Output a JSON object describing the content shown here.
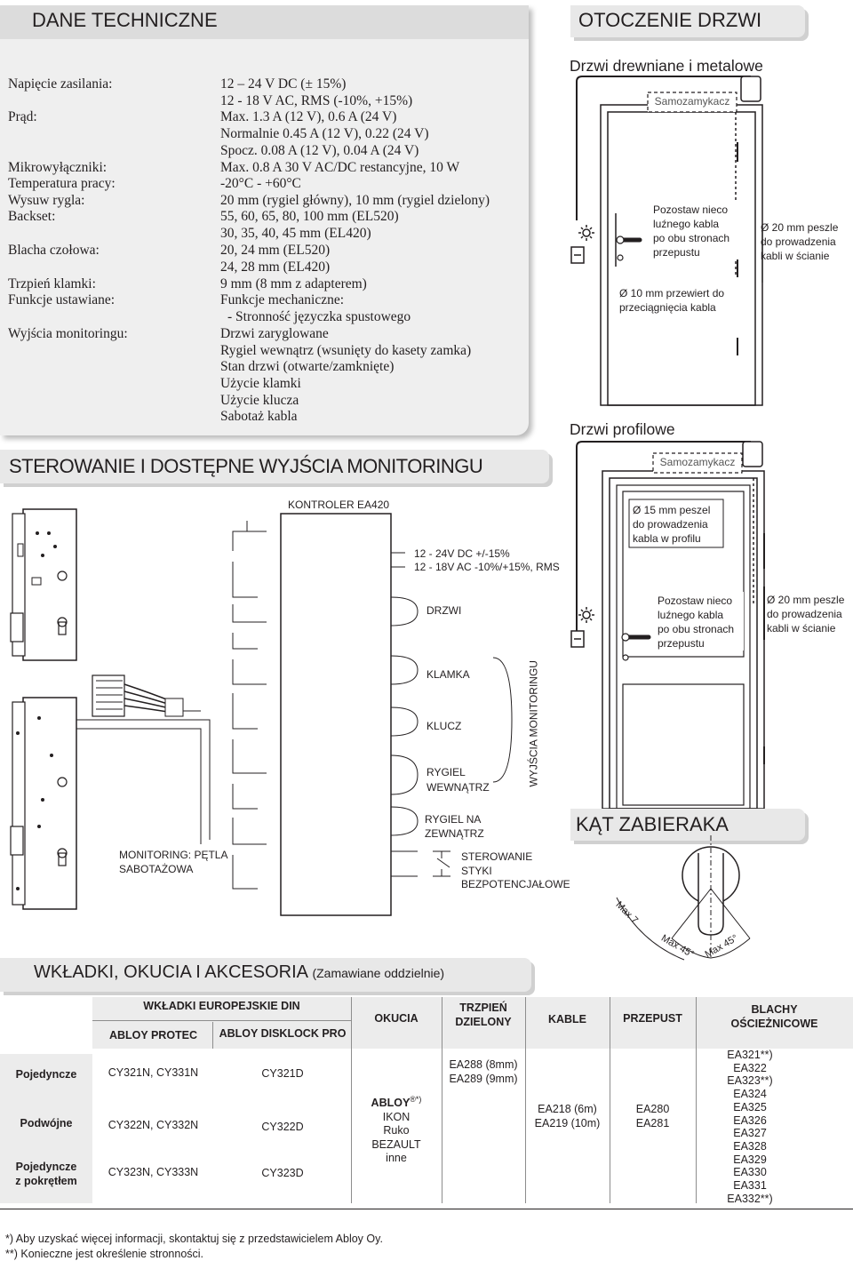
{
  "tech": {
    "title": "DANE TECHNICZNE",
    "labels": [
      "Napięcie zasilania:",
      "Prąd:",
      "Mikrowyłączniki:",
      "Temperatura pracy:",
      "Wysuw rygla:",
      "Backset:",
      "Blacha czołowa:",
      "Trzpień klamki:",
      "Funkcje ustawiane:",
      "Wyjścia monitoringu:"
    ],
    "values": [
      "12 – 24 V DC (± 15%)",
      "12 - 18 V AC, RMS (-10%, +15%)",
      "Max. 1.3 A (12 V), 0.6 A (24 V)",
      "Normalnie 0.45 A (12 V), 0.22 (24 V)",
      "Spocz. 0.08 A (12 V), 0.04 A (24 V)",
      "Max. 0.8 A 30 V AC/DC restancyjne, 10 W",
      "-20°C - +60°C",
      "20 mm (rygiel główny), 10 mm (rygiel dzielony)",
      "55, 60, 65, 80, 100 mm (EL520)",
      "30, 35, 40, 45 mm (EL420)",
      "20, 24 mm (EL520)",
      "24, 28 mm (EL420)",
      "9 mm (8 mm z adapterem)",
      "Funkcje mechaniczne:",
      "- Stronność języczka spustowego",
      "Drzwi zaryglowane",
      "Rygiel wewnątrz (wsunięty do kasety zamka)",
      "Stan drzwi (otwarte/zamknięte)",
      "Użycie klamki",
      "Użycie klucza",
      "Sabotaż kabla"
    ]
  },
  "door": {
    "title": "OTOCZENIE DRZWI",
    "wood_title": "Drzwi drewniane i metalowe",
    "closer": "Samozamykacz",
    "slack": [
      "Pozostaw nieco",
      "luźnego kabla",
      "po obu stronach",
      "przepustu"
    ],
    "conduit_20": [
      "Ø 20 mm peszle",
      "do prowadzenia",
      "kabli w ścianie"
    ],
    "hole_10": [
      "Ø 10 mm przewiert do",
      "przeciągnięcia kabla"
    ],
    "profile_title": "Drzwi profilowe",
    "closer2": "Samozamykacz",
    "conduit_15": [
      "Ø 15 mm peszel",
      "do prowadzenia",
      "kabla w profilu"
    ],
    "slack2": [
      "Pozostaw nieco",
      "luźnego kabla",
      "po obu stronach",
      "przepustu"
    ],
    "conduit_20b": [
      "Ø 20 mm peszle",
      "do prowadzenia",
      "kabli w ścianie"
    ]
  },
  "control": {
    "title": "STEROWANIE I DOSTĘPNE WYJŚCIA MONITORINGU",
    "controller": "KONTROLER EA420",
    "power": [
      "12 - 24V DC +/-15%",
      "12 - 18V AC -10%/+15%, RMS"
    ],
    "outputs": [
      "DRZWI",
      "KLAMKA",
      "KLUCZ",
      "RYGIEL",
      "WEWNĄTRZ",
      "RYGIEL NA",
      "ZEWNĄTRZ"
    ],
    "monitoring_vertical": "WYJŚCIA MONITORINGU",
    "control_contacts": [
      "STEROWANIE",
      "STYKI",
      "BEZPOTENCJAŁOWE"
    ],
    "tamper": [
      "MONITORING: PĘTLA",
      "SABOTAŻOWA"
    ]
  },
  "angle": {
    "title": "KĄT ZABIERAKA",
    "max7": "Max 7",
    "max45a": "Max 45°",
    "max45b": "Max 45°"
  },
  "accessories": {
    "title": "WKŁADKI, OKUCIA I AKCESORIA",
    "subtitle": "(Zamawiane oddzielnie)",
    "din_header": "WKŁADKI EUROPEJSKIE DIN",
    "col_protec": "ABLOY PROTEC",
    "col_disklock": "ABLOY DISKLOCK PRO",
    "col_okucia": "OKUCIA",
    "col_trzpien": [
      "TRZPIEŃ",
      "DZIELONY"
    ],
    "col_kable": "KABLE",
    "col_przepust": "PRZEPUST",
    "col_blachy": [
      "BLACHY",
      "OŚCIEŻNICOWE"
    ],
    "rows": [
      "Pojedyncze",
      "Podwójne",
      "Pojedyncze",
      "z pokrętłem"
    ],
    "protec": [
      "CY321N, CY331N",
      "CY322N, CY332N",
      "CY323N, CY333N"
    ],
    "disklock": [
      "CY321D",
      "CY322D",
      "CY323D"
    ],
    "okucia": [
      "ABLOY",
      "®*)",
      "IKON",
      "Ruko",
      "BEZAULT",
      "inne"
    ],
    "trzpien": [
      "EA288 (8mm)",
      "EA289 (9mm)"
    ],
    "kable": [
      "EA218 (6m)",
      "EA219 (10m)"
    ],
    "przepust": [
      "EA280",
      "EA281"
    ],
    "blachy": [
      "EA321**)",
      "EA322",
      "EA323**)",
      "EA324",
      "EA325",
      "EA326",
      "EA327",
      "EA328",
      "EA329",
      "EA330",
      "EA331",
      "EA332**)"
    ]
  },
  "footnotes": [
    "*) Aby uzyskać więcej informacji, skontaktuj się z przedstawicielem Abloy Oy.",
    "**) Konieczne jest określenie stronności."
  ]
}
